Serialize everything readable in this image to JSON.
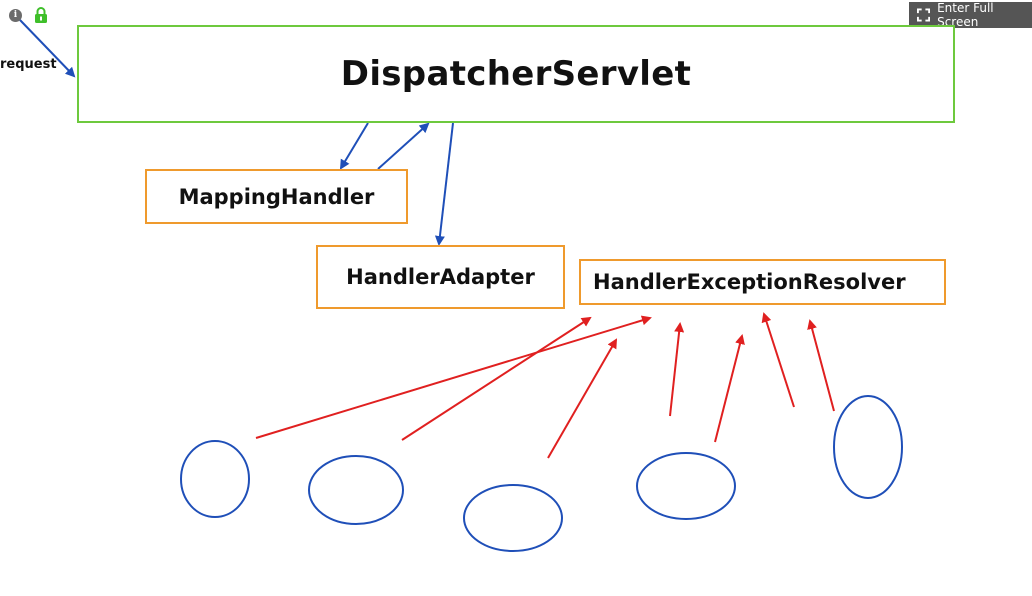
{
  "controls": {
    "fullscreen_label": "Enter Full Screen",
    "info_icon": "info-icon",
    "lock_icon": "lock-icon",
    "fullscreen_icon": "fullscreen-icon"
  },
  "diagram": {
    "request_label": "request",
    "dispatcher": "DispatcherServlet",
    "mapping_handler": "MappingHandler",
    "handler_adapter": "HandlerAdapter",
    "exception_resolver": "HandlerExceptionResolver"
  },
  "colors": {
    "dispatcher_border": "#6dc93d",
    "component_border": "#ef9a2d",
    "flow_arrow": "#1f4fb8",
    "resolver_arrow": "#e02020",
    "ellipse_stroke": "#1f4fb8",
    "toolbar_bg": "#555555"
  }
}
